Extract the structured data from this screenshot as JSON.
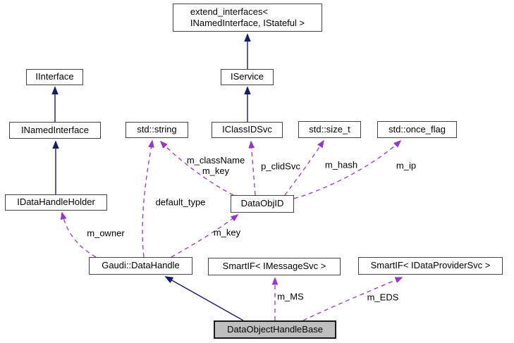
{
  "diagram": {
    "title": "DataObjectHandleBase collaboration diagram",
    "type": "doxygen-collaboration-graph",
    "colors": {
      "background": "#ffffff",
      "inheritance_edge": "#191970",
      "usage_edge": "#9a32cd",
      "node_border": "#404040",
      "node_fill": "#ffffff",
      "highlight_node_fill": "#bfbfbf",
      "text": "#000000"
    },
    "nodes": [
      {
        "id": "extend_interfaces",
        "lines": [
          "extend_interfaces<",
          " INamedInterface, IStateful >"
        ],
        "label": "extend_interfaces< INamedInterface, IStateful >"
      },
      {
        "id": "iservice",
        "label": "IService"
      },
      {
        "id": "iinterface",
        "label": "IInterface"
      },
      {
        "id": "inamedinterface",
        "label": "INamedInterface"
      },
      {
        "id": "stdstring",
        "label": "std::string"
      },
      {
        "id": "iclassidsvc",
        "label": "IClassIDSvc"
      },
      {
        "id": "stdsizet",
        "label": "std::size_t"
      },
      {
        "id": "stdonceflag",
        "label": "std::once_flag"
      },
      {
        "id": "idatahandleholder",
        "label": "IDataHandleHolder"
      },
      {
        "id": "dataobjid",
        "label": "DataObjID"
      },
      {
        "id": "gaudidatahandle",
        "label": "Gaudi::DataHandle"
      },
      {
        "id": "smartif_imessagesvc",
        "label": "SmartIF< IMessageSvc >"
      },
      {
        "id": "smartif_idataprovidersvc",
        "label": "SmartIF< IDataProviderSvc >"
      },
      {
        "id": "dataobjecthandlebase",
        "label": "DataObjectHandleBase",
        "highlighted": true
      }
    ],
    "edges": [
      {
        "from": "IService",
        "to": "extend_interfaces< INamedInterface, IStateful >",
        "type": "inheritance",
        "label": ""
      },
      {
        "from": "IClassIDSvc",
        "to": "IService",
        "type": "inheritance",
        "label": ""
      },
      {
        "from": "INamedInterface",
        "to": "IInterface",
        "type": "inheritance",
        "label": ""
      },
      {
        "from": "IDataHandleHolder",
        "to": "INamedInterface",
        "type": "inheritance",
        "label": ""
      },
      {
        "from": "DataObjectHandleBase",
        "to": "Gaudi::DataHandle",
        "type": "inheritance",
        "label": ""
      },
      {
        "from": "DataObjID",
        "to": "std::string",
        "type": "usage",
        "label": "m_className\nm_key"
      },
      {
        "from": "DataObjID",
        "to": "IClassIDSvc",
        "type": "usage",
        "label": "p_clidSvc"
      },
      {
        "from": "DataObjID",
        "to": "std::size_t",
        "type": "usage",
        "label": "m_hash"
      },
      {
        "from": "DataObjID",
        "to": "std::once_flag",
        "type": "usage",
        "label": "m_ip"
      },
      {
        "from": "Gaudi::DataHandle",
        "to": "std::string",
        "type": "usage",
        "label": "default_type"
      },
      {
        "from": "Gaudi::DataHandle",
        "to": "IDataHandleHolder",
        "type": "usage",
        "label": "m_owner"
      },
      {
        "from": "Gaudi::DataHandle",
        "to": "DataObjID",
        "type": "usage",
        "label": "m_key"
      },
      {
        "from": "DataObjectHandleBase",
        "to": "SmartIF< IMessageSvc >",
        "type": "usage",
        "label": "m_MS"
      },
      {
        "from": "DataObjectHandleBase",
        "to": "SmartIF< IDataProviderSvc >",
        "type": "usage",
        "label": "m_EDS"
      }
    ]
  }
}
